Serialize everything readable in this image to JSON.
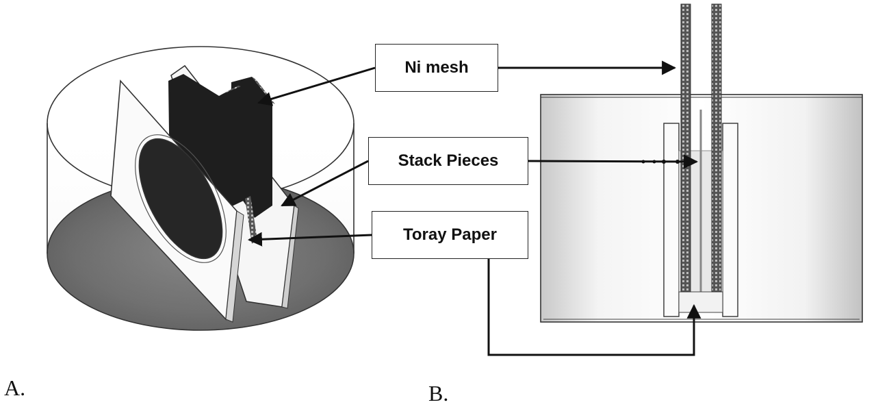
{
  "labels": {
    "ni_mesh": "Ni mesh",
    "stack_pieces": "Stack Pieces",
    "toray_paper": "Toray Paper"
  },
  "panels": {
    "a": "A.",
    "b": "B."
  },
  "colors": {
    "mesh": "#1e1e1e",
    "floor": "#5e5e5e",
    "frame": "#fafafa",
    "outline": "#222222"
  }
}
